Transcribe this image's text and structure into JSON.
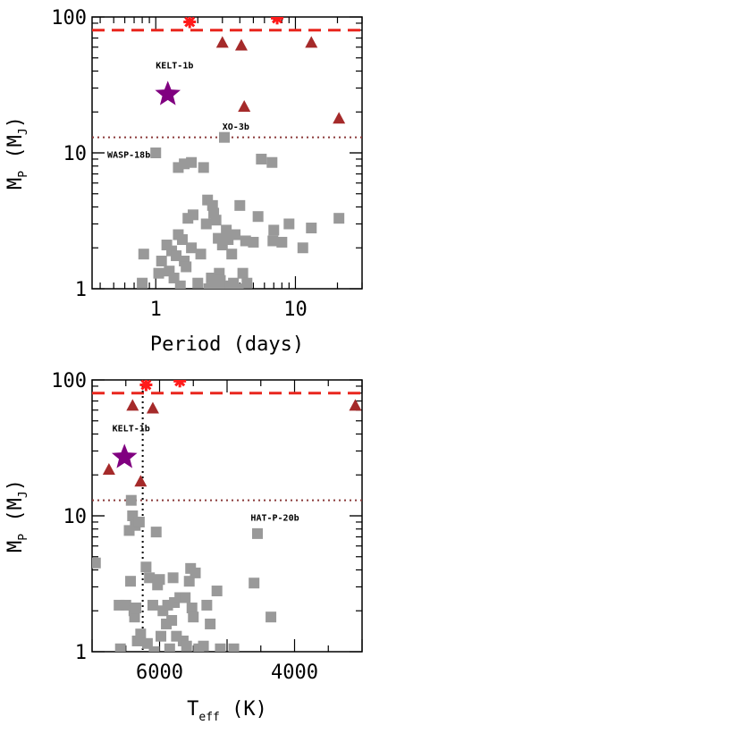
{
  "chart_data": [
    {
      "type": "scatter",
      "xscale": "log",
      "yscale": "log",
      "xlim": [
        0.35,
        30
      ],
      "ylim": [
        1,
        100
      ],
      "xlabel": "Period (days)",
      "ylabel": "M_P (M_J)",
      "xtick_labels": [
        {
          "v": 1,
          "t": "1"
        },
        {
          "v": 10,
          "t": "10"
        }
      ],
      "ytick_labels": [
        {
          "v": 1,
          "t": "1"
        },
        {
          "v": 10,
          "t": "10"
        },
        {
          "v": 100,
          "t": "100"
        }
      ],
      "hlines": [
        {
          "y": 80,
          "style": "dashed",
          "color": "#e8261e"
        },
        {
          "y": 13,
          "style": "dotted",
          "color": "#8b3a3a"
        }
      ],
      "series": [
        {
          "marker": "square",
          "color": "#999999",
          "points": [
            [
              0.8,
              1.1
            ],
            [
              0.82,
              1.8
            ],
            [
              1.0,
              10
            ],
            [
              1.05,
              1.3
            ],
            [
              1.1,
              1.6
            ],
            [
              1.2,
              2.1
            ],
            [
              1.25,
              1.35
            ],
            [
              1.3,
              1.9
            ],
            [
              1.35,
              1.2
            ],
            [
              1.4,
              1.75
            ],
            [
              1.45,
              2.5
            ],
            [
              1.5,
              1.05
            ],
            [
              1.55,
              2.3
            ],
            [
              1.6,
              1.6
            ],
            [
              1.65,
              1.45
            ],
            [
              1.45,
              7.8
            ],
            [
              1.6,
              8.3
            ],
            [
              1.7,
              3.3
            ],
            [
              1.8,
              2.0
            ],
            [
              1.85,
              3.5
            ],
            [
              1.8,
              8.5
            ],
            [
              2.0,
              1.1
            ],
            [
              2.1,
              1.8
            ],
            [
              2.2,
              7.8
            ],
            [
              2.3,
              3.0
            ],
            [
              2.35,
              4.5
            ],
            [
              2.4,
              1.0
            ],
            [
              2.5,
              1.2
            ],
            [
              2.55,
              4.1
            ],
            [
              2.6,
              3.6
            ],
            [
              2.65,
              1.05
            ],
            [
              2.7,
              3.2
            ],
            [
              2.8,
              2.35
            ],
            [
              2.85,
              1.3
            ],
            [
              2.9,
              1.15
            ],
            [
              3.0,
              2.1
            ],
            [
              3.05,
              1.0
            ],
            [
              3.1,
              13
            ],
            [
              3.2,
              2.7
            ],
            [
              3.3,
              2.3
            ],
            [
              3.4,
              1.05
            ],
            [
              3.5,
              1.8
            ],
            [
              3.6,
              1.1
            ],
            [
              3.7,
              2.5
            ],
            [
              3.9,
              1.0
            ],
            [
              4.0,
              4.1
            ],
            [
              4.2,
              1.3
            ],
            [
              4.4,
              2.25
            ],
            [
              4.5,
              1.1
            ],
            [
              5.0,
              2.2
            ],
            [
              5.4,
              3.4
            ],
            [
              5.7,
              9.0
            ],
            [
              6.8,
              8.5
            ],
            [
              6.9,
              2.25
            ],
            [
              7.0,
              2.7
            ],
            [
              8.0,
              2.2
            ],
            [
              9.0,
              3.0
            ],
            [
              11.3,
              2.0
            ],
            [
              13.0,
              2.8
            ],
            [
              20.5,
              3.3
            ]
          ]
        },
        {
          "marker": "triangle",
          "color": "#a52a2a",
          "points": [
            [
              3.0,
              65
            ],
            [
              4.1,
              62
            ],
            [
              4.3,
              22
            ],
            [
              13.0,
              65
            ],
            [
              20.5,
              18
            ]
          ]
        },
        {
          "marker": "asterisk",
          "color": "#ff1a1a",
          "points": [
            [
              1.75,
              92
            ],
            [
              7.4,
              98
            ]
          ]
        },
        {
          "marker": "star",
          "color": "#800080",
          "points": [
            [
              1.22,
              27
            ]
          ]
        }
      ],
      "annotations": [
        {
          "text": "KELT-1b",
          "x": 1.0,
          "y": 42
        },
        {
          "text": "XO-3b",
          "x": 3.0,
          "y": 14.8
        },
        {
          "text": "WASP-18b",
          "x": 0.45,
          "y": 9.2
        }
      ]
    },
    {
      "type": "scatter",
      "xscale": "linear",
      "xreversed": true,
      "yscale": "log",
      "xlim": [
        7000,
        3000
      ],
      "ylim": [
        1,
        100
      ],
      "xlabel": "T_eff (K)",
      "ylabel": "M_P (M_J)",
      "xtick_labels": [
        {
          "v": 6000,
          "t": "6000"
        },
        {
          "v": 4000,
          "t": "4000"
        }
      ],
      "ytick_labels": [
        {
          "v": 1,
          "t": "1"
        },
        {
          "v": 10,
          "t": "10"
        },
        {
          "v": 100,
          "t": "100"
        }
      ],
      "hlines": [
        {
          "y": 80,
          "style": "dashed",
          "color": "#e8261e"
        },
        {
          "y": 13,
          "style": "dotted",
          "color": "#8b3a3a"
        }
      ],
      "vlines": [
        {
          "x": 6250,
          "style": "dotted",
          "color": "#000000"
        }
      ],
      "series": [
        {
          "marker": "square",
          "color": "#999999",
          "points": [
            [
              6950,
              4.5
            ],
            [
              6600,
              2.2
            ],
            [
              6580,
              1.05
            ],
            [
              6500,
              2.2
            ],
            [
              6450,
              7.8
            ],
            [
              6430,
              3.3
            ],
            [
              6420,
              13
            ],
            [
              6400,
              10
            ],
            [
              6380,
              2.0
            ],
            [
              6370,
              1.8
            ],
            [
              6360,
              8.5
            ],
            [
              6350,
              2.1
            ],
            [
              6330,
              1.2
            ],
            [
              6300,
              9.0
            ],
            [
              6280,
              1.35
            ],
            [
              6200,
              4.2
            ],
            [
              6180,
              1.15
            ],
            [
              6150,
              3.5
            ],
            [
              6100,
              2.2
            ],
            [
              6080,
              1.0
            ],
            [
              6050,
              7.6
            ],
            [
              6030,
              3.1
            ],
            [
              6000,
              3.4
            ],
            [
              5980,
              1.3
            ],
            [
              5950,
              2.0
            ],
            [
              5900,
              1.6
            ],
            [
              5880,
              2.2
            ],
            [
              5850,
              1.05
            ],
            [
              5820,
              1.7
            ],
            [
              5800,
              3.5
            ],
            [
              5780,
              2.3
            ],
            [
              5750,
              1.3
            ],
            [
              5700,
              2.5
            ],
            [
              5650,
              1.2
            ],
            [
              5620,
              2.5
            ],
            [
              5600,
              1.1
            ],
            [
              5560,
              3.3
            ],
            [
              5540,
              4.1
            ],
            [
              5520,
              2.1
            ],
            [
              5500,
              1.8
            ],
            [
              5470,
              3.8
            ],
            [
              5420,
              1.05
            ],
            [
              5350,
              1.1
            ],
            [
              5300,
              2.2
            ],
            [
              5250,
              1.6
            ],
            [
              5150,
              2.8
            ],
            [
              5100,
              1.05
            ],
            [
              4900,
              1.05
            ],
            [
              4600,
              3.2
            ],
            [
              4550,
              7.4
            ],
            [
              4350,
              1.8
            ]
          ]
        },
        {
          "marker": "triangle",
          "color": "#a52a2a",
          "points": [
            [
              6750,
              22
            ],
            [
              6400,
              65
            ],
            [
              6280,
              18
            ],
            [
              6100,
              62
            ],
            [
              3100,
              65
            ]
          ]
        },
        {
          "marker": "asterisk",
          "color": "#ff1a1a",
          "points": [
            [
              6200,
              92
            ],
            [
              5700,
              98
            ]
          ]
        },
        {
          "marker": "star",
          "color": "#800080",
          "points": [
            [
              6520,
              27
            ]
          ]
        }
      ],
      "annotations": [
        {
          "text": "KELT-1b",
          "x": 6700,
          "y": 42
        },
        {
          "text": "HAT-P-20b",
          "x": 4650,
          "y": 9.2
        }
      ]
    }
  ]
}
